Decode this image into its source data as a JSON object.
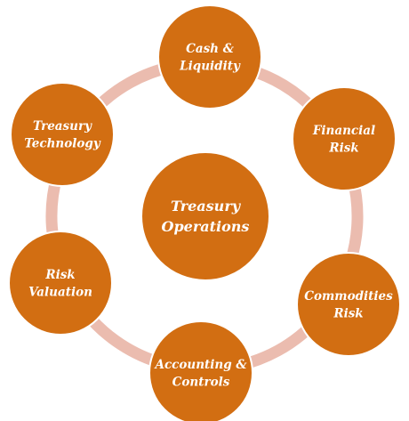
{
  "diagram": {
    "center": {
      "lines": [
        "Treasury",
        "Operations"
      ]
    },
    "nodes": [
      {
        "id": "cash-liquidity",
        "lines": [
          "Cash &",
          "Liquidity"
        ]
      },
      {
        "id": "financial-risk",
        "lines": [
          "Financial",
          "Risk"
        ]
      },
      {
        "id": "commodities-risk",
        "lines": [
          "Commodities",
          "Risk"
        ]
      },
      {
        "id": "accounting-controls",
        "lines": [
          "Accounting &",
          "Controls"
        ]
      },
      {
        "id": "risk-valuation",
        "lines": [
          "Risk",
          "Valuation"
        ]
      },
      {
        "id": "treasury-technology",
        "lines": [
          "Treasury",
          "Technology"
        ]
      }
    ],
    "colors": {
      "node_fill": "#d26e12",
      "node_stroke": "#ffffff",
      "connector": "#ebbcaf",
      "text": "#ffffff"
    }
  }
}
